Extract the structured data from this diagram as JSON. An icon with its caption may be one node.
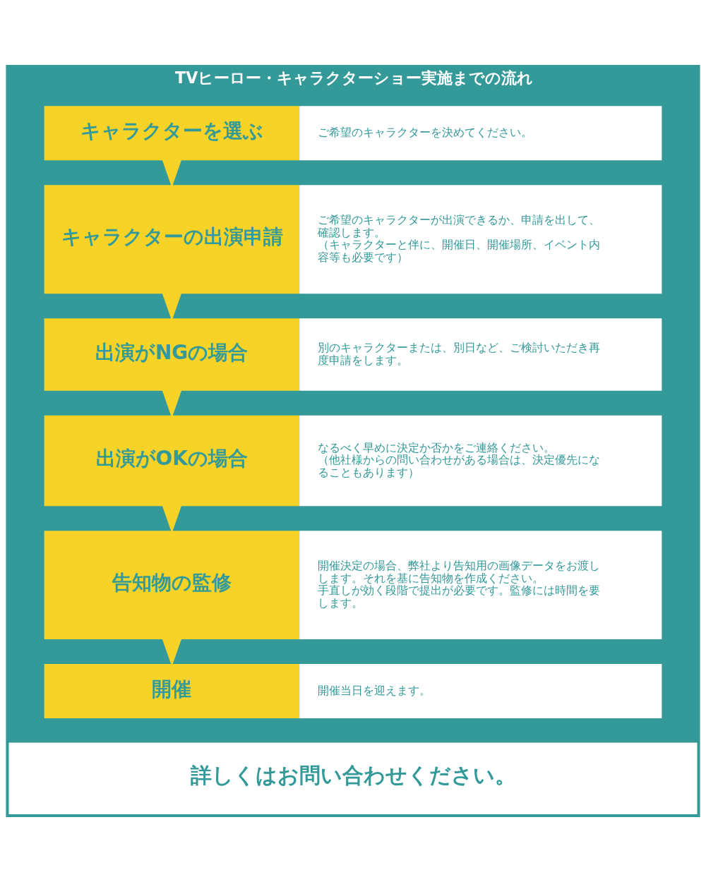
{
  "diagram": {
    "title": "TVヒーロー・キャラクターショー実施までの流れ",
    "caption": "詳しくはお問い合わせください。",
    "nodes": [
      {
        "text": [
          "キャラクターを選ぶ",
          "ご希望のキャラクターを決めてください。"
        ]
      },
      {
        "text": [
          "キャラクターの出演申請",
          "ご希望のキャラクターが出演できるか、申請を出して、確認します。",
          "（キャラクターと伴に、開催日、開催場所、イベント内容等も必要です）"
        ]
      },
      {
        "text": [
          "出演がNGの場合",
          "別のキャラクターまたは、別日など、ご検討いただき再度申請をします。"
        ]
      },
      {
        "text": [
          "出演がOKの場合",
          "なるべく早めに決定か否かをご連絡ください。",
          "（他社様からの問い合わせがある場合は、決定優先になることもあります）"
        ]
      },
      {
        "text": [
          "告知物の監修",
          "開催決定の場合、弊社より告知用の画像データをお渡しします。それを基に告知物を作成ください。",
          "手直しが効く段階で提出が必要です。監修には時間を要します。"
        ]
      },
      {
        "text": [
          "開催",
          "開催当日を迎えます。"
        ]
      }
    ],
    "edges": [
      {
        "from": 0,
        "to": 1,
        "arrow": "to"
      },
      {
        "from": 1,
        "to": 2,
        "arrow": "to"
      },
      {
        "from": 2,
        "to": 3,
        "arrow": "to"
      },
      {
        "from": 3,
        "to": 4,
        "arrow": "to"
      },
      {
        "from": 4,
        "to": 5,
        "arrow": "to"
      }
    ]
  }
}
